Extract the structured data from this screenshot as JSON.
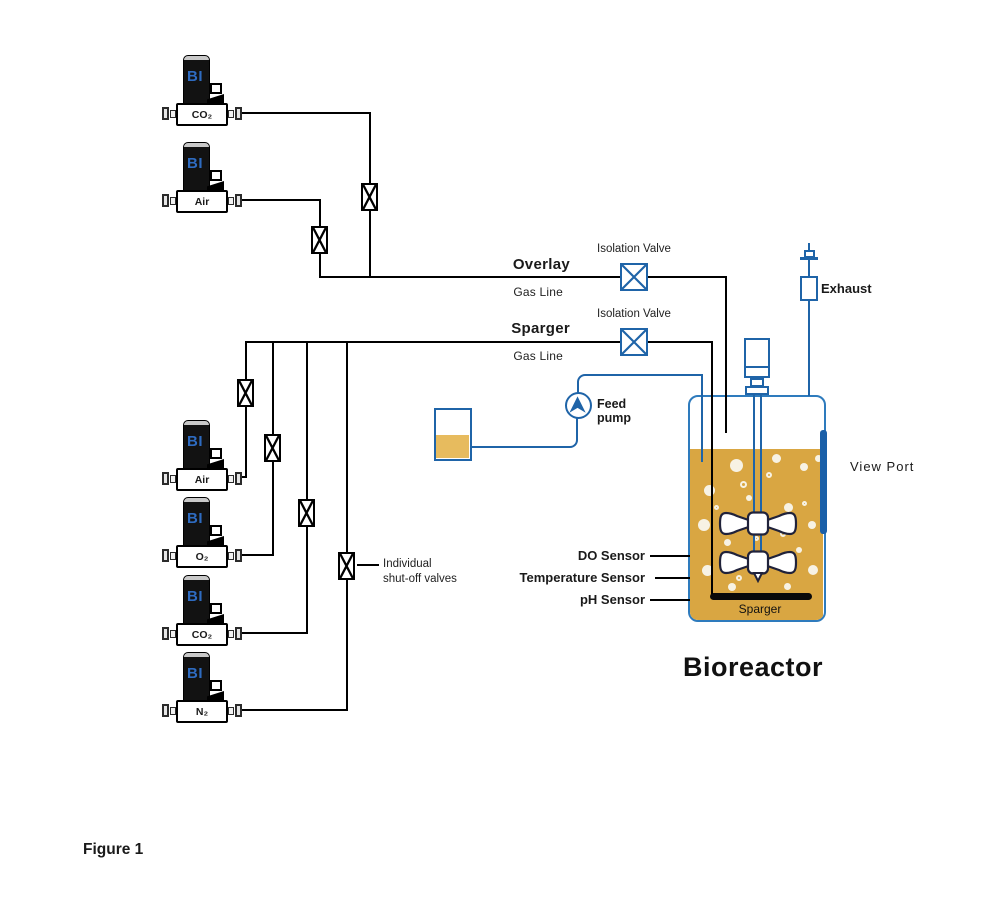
{
  "figure": {
    "caption": "Figure 1",
    "vessel_title": "Bioreactor"
  },
  "brand": "BI",
  "overlay_line": {
    "title": "Overlay",
    "subtitle": "Gas Line",
    "valve_label": "Isolation Valve"
  },
  "sparger_line": {
    "title": "Sparger",
    "subtitle": "Gas Line",
    "valve_label": "Isolation Valve"
  },
  "mfcs": [
    {
      "gas": "CO₂",
      "group": "overlay"
    },
    {
      "gas": "Air",
      "group": "overlay"
    },
    {
      "gas": "Air",
      "group": "sparger"
    },
    {
      "gas": "O₂",
      "group": "sparger"
    },
    {
      "gas": "CO₂",
      "group": "sparger"
    },
    {
      "gas": "N₂",
      "group": "sparger"
    }
  ],
  "labels": {
    "shutoff_line1": "Individual",
    "shutoff_line2": "shut-off valves",
    "feed_pump": "Feed pump",
    "exhaust": "Exhaust",
    "view_port": "View Port",
    "do_sensor": "DO Sensor",
    "temperature_sensor": "Temperature Sensor",
    "ph_sensor": "pH Sensor",
    "sparger_component": "Sparger"
  },
  "colors": {
    "pipe_black": "#000000",
    "pipe_blue": "#1f64a8",
    "vessel_border": "#2e7bbd",
    "liquid_amber": "#d9a642",
    "brand_blue": "#2e6bc0"
  }
}
